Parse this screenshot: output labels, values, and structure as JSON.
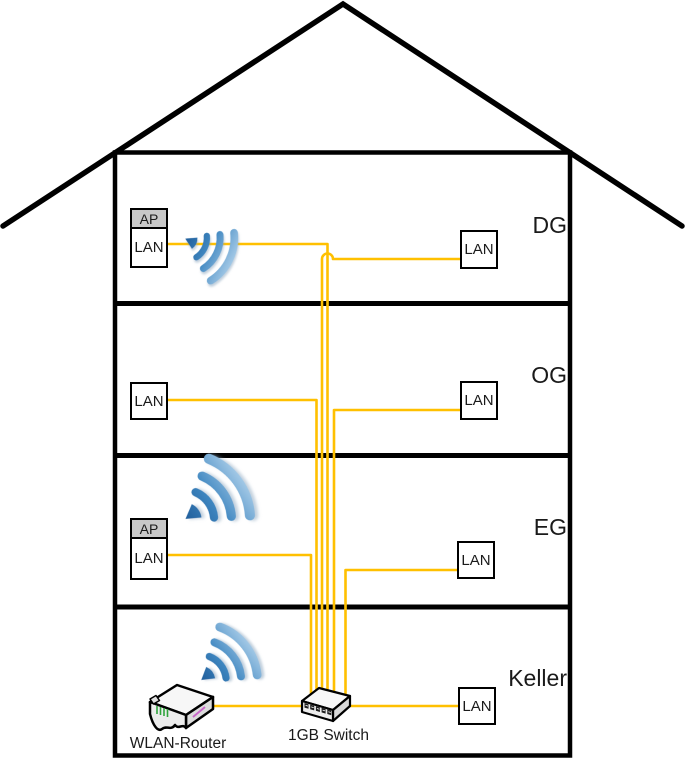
{
  "diagram_type": "home-network-wiring-diagram",
  "floors": [
    {
      "id": "dg",
      "label": "DG",
      "left": {
        "ap": "AP",
        "lan": "LAN"
      },
      "right": {
        "lan": "LAN"
      }
    },
    {
      "id": "og",
      "label": "OG",
      "left": {
        "lan": "LAN"
      },
      "right": {
        "lan": "LAN"
      }
    },
    {
      "id": "eg",
      "label": "EG",
      "left": {
        "ap": "AP",
        "lan": "LAN"
      },
      "right": {
        "lan": "LAN"
      }
    },
    {
      "id": "keller",
      "label": "Keller",
      "right": {
        "lan": "LAN"
      }
    }
  ],
  "devices": {
    "router_label": "WLAN-Router",
    "switch_label": "1GB Switch"
  },
  "icons": {
    "wifi": "wifi-signal-icon",
    "router": "wlan-router-icon",
    "switch": "gigabit-switch-icon"
  },
  "colors": {
    "cable": "#FFC000",
    "structure": "#000000",
    "ap_fill": "#C8C8C8",
    "wifi_dark": "#1F5C99",
    "wifi_light": "#A8CCE8"
  }
}
